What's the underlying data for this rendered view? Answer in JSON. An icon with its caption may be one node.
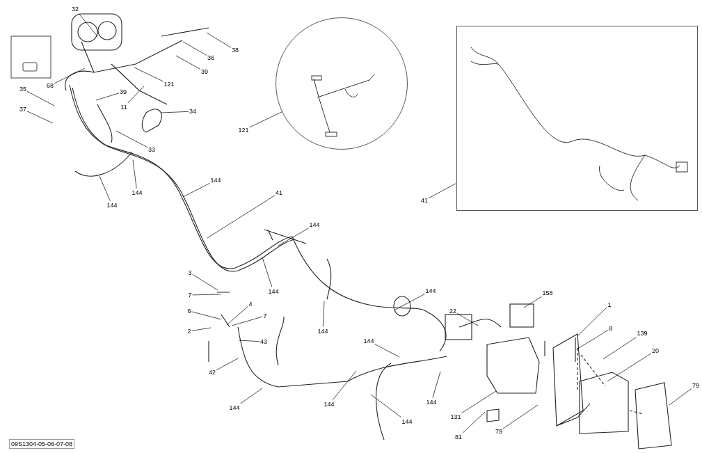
{
  "diagram": {
    "nodes": [
      {
        "text": [
          "32"
        ]
      },
      {
        "text": [
          "68"
        ]
      },
      {
        "text": [
          "35"
        ]
      },
      {
        "text": [
          "37"
        ]
      },
      {
        "text": [
          "39"
        ]
      },
      {
        "text": [
          "11"
        ]
      },
      {
        "text": [
          "121"
        ]
      },
      {
        "text": [
          "36"
        ]
      },
      {
        "text": [
          "38"
        ]
      },
      {
        "text": [
          "39"
        ]
      },
      {
        "text": [
          "34"
        ]
      },
      {
        "text": [
          "33"
        ]
      },
      {
        "text": [
          "144"
        ]
      },
      {
        "text": [
          "144"
        ]
      },
      {
        "text": [
          "144"
        ]
      },
      {
        "text": [
          "41"
        ]
      },
      {
        "text": [],
        "shape": "circle"
      },
      {
        "text": [
          "121"
        ]
      },
      {
        "text": [],
        "shape": "box"
      },
      {
        "text": [
          "41"
        ]
      },
      {
        "text": [
          "144"
        ]
      },
      {
        "text": [
          "3"
        ]
      },
      {
        "text": [
          "7"
        ]
      },
      {
        "text": [
          "144"
        ]
      },
      {
        "text": [
          "144"
        ]
      },
      {
        "text": [
          "6"
        ]
      },
      {
        "text": [
          "2"
        ]
      },
      {
        "text": [
          "4"
        ]
      },
      {
        "text": [
          "7"
        ]
      },
      {
        "text": [
          "43"
        ]
      },
      {
        "text": [
          "42"
        ]
      },
      {
        "text": [
          "144"
        ]
      },
      {
        "text": [
          "22"
        ]
      },
      {
        "text": [
          "158"
        ]
      },
      {
        "text": [
          "1"
        ]
      },
      {
        "text": [
          "8"
        ]
      },
      {
        "text": [
          "139"
        ]
      },
      {
        "text": [
          "20"
        ]
      },
      {
        "text": [
          "144"
        ]
      },
      {
        "text": [
          "144"
        ]
      },
      {
        "text": [
          "144"
        ]
      },
      {
        "text": [
          "144"
        ]
      },
      {
        "text": [
          "144"
        ]
      },
      {
        "text": [
          "131"
        ]
      },
      {
        "text": [
          "81"
        ]
      },
      {
        "text": [
          "79"
        ]
      },
      {
        "text": [
          "79"
        ]
      },
      {
        "text": [
          "09S1304-05-06-07-08"
        ]
      }
    ],
    "edges": [
      {
        "from": 0,
        "to": null,
        "arrow": "none"
      },
      {
        "from": 1,
        "to": null,
        "arrow": "none"
      },
      {
        "from": 2,
        "to": null,
        "arrow": "none"
      },
      {
        "from": 3,
        "to": null,
        "arrow": "none"
      },
      {
        "from": 4,
        "to": null,
        "arrow": "none"
      },
      {
        "from": 5,
        "to": null,
        "arrow": "none"
      },
      {
        "from": 6,
        "to": null,
        "arrow": "none"
      },
      {
        "from": 7,
        "to": null,
        "arrow": "none"
      },
      {
        "from": 8,
        "to": null,
        "arrow": "none"
      },
      {
        "from": 9,
        "to": null,
        "arrow": "none"
      },
      {
        "from": 10,
        "to": null,
        "arrow": "none"
      },
      {
        "from": 11,
        "to": null,
        "arrow": "none"
      },
      {
        "from": 12,
        "to": null,
        "arrow": "none"
      },
      {
        "from": 13,
        "to": null,
        "arrow": "none"
      },
      {
        "from": 14,
        "to": null,
        "arrow": "none"
      },
      {
        "from": 15,
        "to": null,
        "arrow": "none"
      },
      {
        "from": 17,
        "to": 16,
        "arrow": "none"
      },
      {
        "from": 19,
        "to": 18,
        "arrow": "none"
      },
      {
        "from": 20,
        "to": null,
        "arrow": "none"
      },
      {
        "from": 21,
        "to": null,
        "arrow": "none"
      },
      {
        "from": 22,
        "to": null,
        "arrow": "none"
      },
      {
        "from": 23,
        "to": null,
        "arrow": "none"
      },
      {
        "from": 24,
        "to": null,
        "arrow": "none"
      },
      {
        "from": 25,
        "to": null,
        "arrow": "none"
      },
      {
        "from": 26,
        "to": null,
        "arrow": "none"
      },
      {
        "from": 27,
        "to": null,
        "arrow": "none"
      },
      {
        "from": 28,
        "to": null,
        "arrow": "none"
      },
      {
        "from": 29,
        "to": null,
        "arrow": "none"
      },
      {
        "from": 30,
        "to": null,
        "arrow": "none"
      },
      {
        "from": 31,
        "to": null,
        "arrow": "none"
      },
      {
        "from": 32,
        "to": null,
        "arrow": "none"
      },
      {
        "from": 33,
        "to": null,
        "arrow": "none"
      },
      {
        "from": 34,
        "to": null,
        "arrow": "none"
      },
      {
        "from": 35,
        "to": null,
        "arrow": "none"
      },
      {
        "from": 36,
        "to": null,
        "arrow": "none"
      },
      {
        "from": 37,
        "to": null,
        "arrow": "none"
      },
      {
        "from": 38,
        "to": null,
        "arrow": "none"
      },
      {
        "from": 39,
        "to": null,
        "arrow": "none"
      },
      {
        "from": 40,
        "to": null,
        "arrow": "none"
      },
      {
        "from": 41,
        "to": null,
        "arrow": "none"
      },
      {
        "from": 42,
        "to": null,
        "arrow": "none"
      },
      {
        "from": 43,
        "to": null,
        "arrow": "none"
      },
      {
        "from": 44,
        "to": null,
        "arrow": "none"
      },
      {
        "from": 45,
        "to": null,
        "arrow": "none"
      },
      {
        "from": 46,
        "to": null,
        "arrow": "none"
      }
    ]
  }
}
